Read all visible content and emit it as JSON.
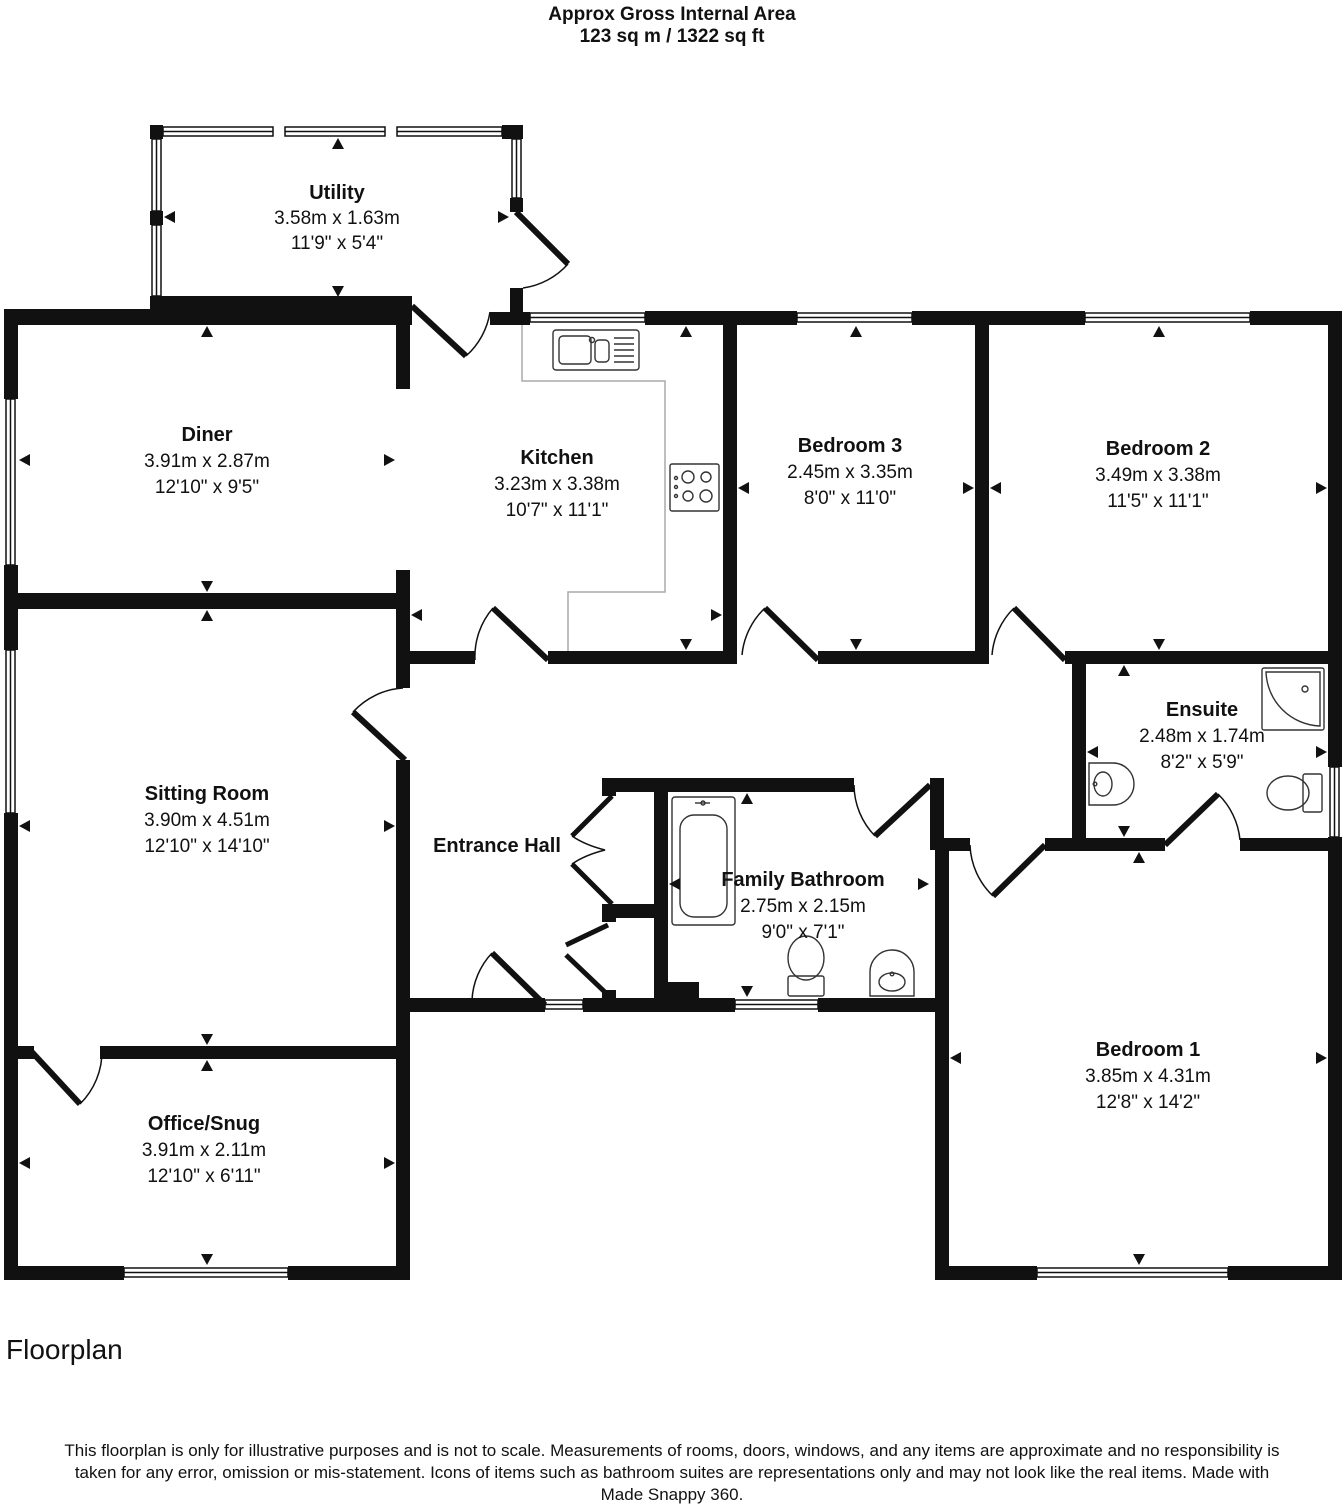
{
  "header": {
    "line1": "Approx Gross Internal Area",
    "line2": "123 sq m / 1322 sq ft"
  },
  "rooms": {
    "utility": {
      "name": "Utility",
      "metric": "3.58m x 1.63m",
      "imperial": "11'9\" x 5'4\""
    },
    "diner": {
      "name": "Diner",
      "metric": "3.91m x 2.87m",
      "imperial": "12'10\" x 9'5\""
    },
    "kitchen": {
      "name": "Kitchen",
      "metric": "3.23m x 3.38m",
      "imperial": "10'7\" x 11'1\""
    },
    "bedroom3": {
      "name": "Bedroom 3",
      "metric": "2.45m x 3.35m",
      "imperial": "8'0\" x 11'0\""
    },
    "bedroom2": {
      "name": "Bedroom 2",
      "metric": "3.49m x 3.38m",
      "imperial": "11'5\" x 11'1\""
    },
    "ensuite": {
      "name": "Ensuite",
      "metric": "2.48m x 1.74m",
      "imperial": "8'2\" x 5'9\""
    },
    "sitting": {
      "name": "Sitting Room",
      "metric": "3.90m x 4.51m",
      "imperial": "12'10\" x 14'10\""
    },
    "hall": {
      "name": "Entrance Hall"
    },
    "bathroom": {
      "name": "Family Bathroom",
      "metric": "2.75m x 2.15m",
      "imperial": "9'0\" x 7'1\""
    },
    "bedroom1": {
      "name": "Bedroom 1",
      "metric": "3.85m x 4.31m",
      "imperial": "12'8\" x 14'2\""
    },
    "office": {
      "name": "Office/Snug",
      "metric": "3.91m x 2.11m",
      "imperial": "12'10\" x 6'11\""
    }
  },
  "footer": {
    "title": "Floorplan",
    "disclaimer": "This floorplan is only for illustrative purposes and is not to scale. Measurements of rooms, doors, windows, and any items are approximate and no responsibility is taken for any error, omission or mis-statement. Icons of items such as bathroom suites are representations only and may not look like the real items. Made with Made Snappy 360."
  }
}
